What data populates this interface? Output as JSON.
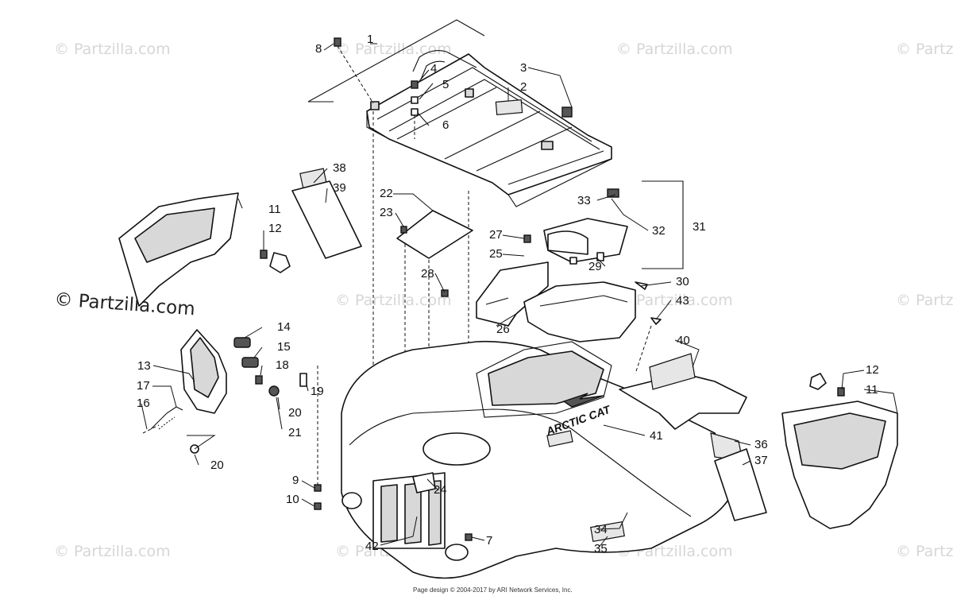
{
  "watermarks": [
    "© Partzilla.com",
    "© Partzilla.com",
    "© Partzilla.com",
    "© Partzilla.com",
    "© Partzilla.com",
    "© Partzilla.com",
    "© Partzilla.com",
    "© Partzilla.com",
    "© Partzilla.com",
    "© Partzilla.com",
    "© Partzilla.com",
    "© Partzilla.com"
  ],
  "main_watermark": "© Partzilla.com",
  "footer": "Page design © 2004-2017 by ARI Network Services, Inc.",
  "hood_logo": "ARCTIC CAT",
  "callouts": [
    "1",
    "2",
    "3",
    "4",
    "5",
    "6",
    "7",
    "8",
    "9",
    "10",
    "11",
    "11",
    "12",
    "12",
    "13",
    "14",
    "15",
    "16",
    "17",
    "18",
    "19",
    "20",
    "20",
    "21",
    "22",
    "23",
    "24",
    "25",
    "26",
    "27",
    "28",
    "29",
    "30",
    "31",
    "32",
    "33",
    "34",
    "35",
    "36",
    "37",
    "38",
    "39",
    "40",
    "41",
    "42",
    "43"
  ]
}
